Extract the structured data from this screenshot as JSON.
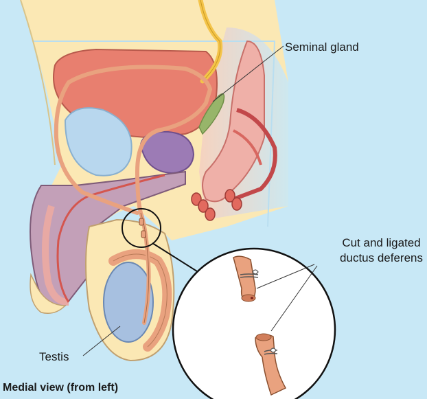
{
  "labels": {
    "seminal_gland": "Seminal gland",
    "cut_line1": "Cut and ligated",
    "cut_line2": "ductus deferens",
    "testis": "Testis"
  },
  "caption": "Medial view (from left)",
  "colors": {
    "background": "#c8e8f6",
    "skin": "#fbe8b4",
    "bladder": "#e87f6f",
    "prostate": "#9c7bb5",
    "rectum": "#efb0a8",
    "penis_tissue": "#c3a0b8",
    "testis": "#a7c0e0",
    "ductus": "#e9a27f",
    "ureter": "#f4c44a"
  }
}
